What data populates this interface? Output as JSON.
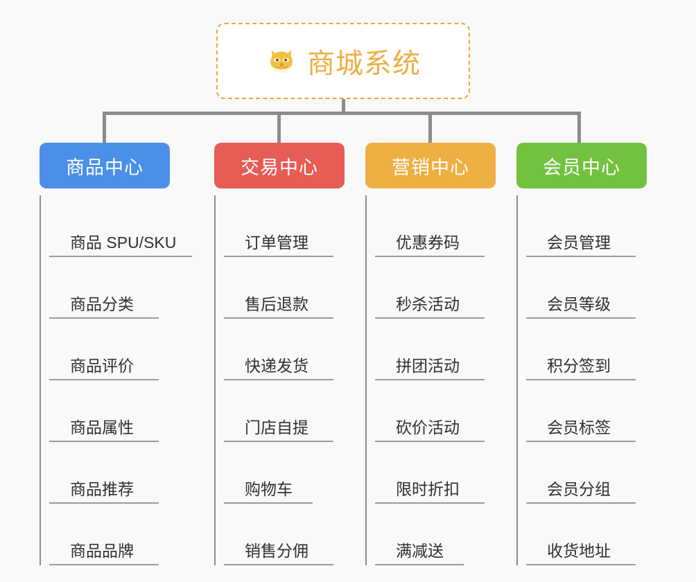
{
  "background": "#f9f9f9",
  "root": {
    "title": "商城系统",
    "icon": "shiba-inu-dog-face-icon",
    "text_color": "#eeaf42",
    "border_color": "#e8a838"
  },
  "connector_color": "#8c8c8c",
  "categories": [
    {
      "label": "商品中心",
      "color": "#4a90e8",
      "items": [
        {
          "label": "商品 SPU/SKU",
          "width": "wide"
        },
        {
          "label": "商品分类",
          "width": "norm"
        },
        {
          "label": "商品评价",
          "width": "norm"
        },
        {
          "label": "商品属性",
          "width": "norm"
        },
        {
          "label": "商品推荐",
          "width": "norm"
        },
        {
          "label": "商品品牌",
          "width": "norm"
        }
      ]
    },
    {
      "label": "交易中心",
      "color": "#e85c56",
      "items": [
        {
          "label": "订单管理",
          "width": "norm"
        },
        {
          "label": "售后退款",
          "width": "norm"
        },
        {
          "label": "快递发货",
          "width": "norm"
        },
        {
          "label": "门店自提",
          "width": "norm"
        },
        {
          "label": "购物车",
          "width": "short"
        },
        {
          "label": "销售分佣",
          "width": "norm"
        }
      ]
    },
    {
      "label": "营销中心",
      "color": "#eeaf42",
      "items": [
        {
          "label": "优惠券码",
          "width": "norm"
        },
        {
          "label": "秒杀活动",
          "width": "norm"
        },
        {
          "label": "拼团活动",
          "width": "norm"
        },
        {
          "label": "砍价活动",
          "width": "norm"
        },
        {
          "label": "限时折扣",
          "width": "norm"
        },
        {
          "label": "满减送",
          "width": "short"
        }
      ]
    },
    {
      "label": "会员中心",
      "color": "#73c23f",
      "items": [
        {
          "label": "会员管理",
          "width": "norm"
        },
        {
          "label": "会员等级",
          "width": "norm"
        },
        {
          "label": "积分签到",
          "width": "norm"
        },
        {
          "label": "会员标签",
          "width": "norm"
        },
        {
          "label": "会员分组",
          "width": "norm"
        },
        {
          "label": "收货地址",
          "width": "norm"
        }
      ]
    }
  ]
}
